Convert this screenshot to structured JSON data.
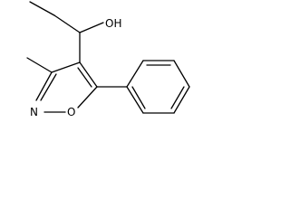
{
  "structure": {
    "atoms": {
      "hydroxyl": "OH",
      "ring_nitrogen": "N",
      "ring_oxygen": "O"
    }
  }
}
